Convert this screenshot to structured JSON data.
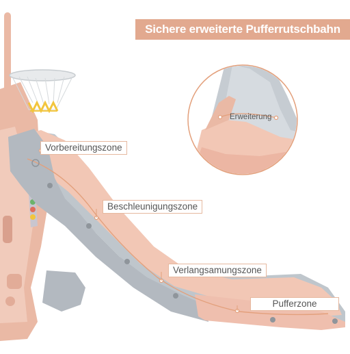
{
  "banner": {
    "title": "Sichere erweiterte Pufferrutschbahn",
    "color": "#e2a98f"
  },
  "zones": [
    {
      "label": "Vorbereitungszone"
    },
    {
      "label": "Beschleunigungszone"
    },
    {
      "label": "Verlangsamungszone"
    },
    {
      "label": "Pufferzone"
    }
  ],
  "detail": {
    "label": "Erweiterung"
  },
  "colors": {
    "slide_grey": "#b8bfc6",
    "slide_pink": "#f2c7b5",
    "frame_pink": "#eab9a5",
    "accent_orange": "#e3a07c",
    "hoop_yellow": "#f2c53d"
  },
  "icons": [
    "basketball-hoop-icon",
    "screw-icon"
  ]
}
